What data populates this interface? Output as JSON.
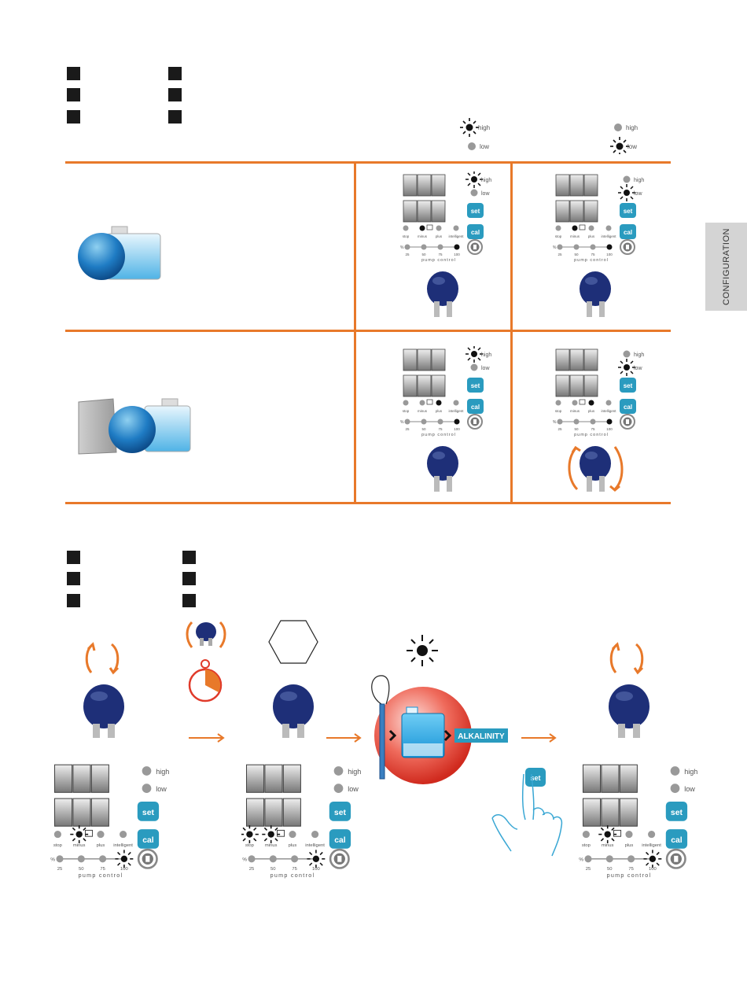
{
  "side_tab": {
    "label": "CONFIGURATION"
  },
  "legend": {
    "high_on": {
      "high": "high",
      "low": "low"
    },
    "low_on": {
      "high": "high",
      "low": "low"
    }
  },
  "panel": {
    "high": "high",
    "low": "low",
    "set": "set",
    "cal": "cal",
    "modes": [
      "stop",
      "minus",
      "plus",
      "intelligent"
    ],
    "percent_sign": "%",
    "ticks": [
      "25",
      "50",
      "75",
      "100"
    ],
    "pump_control": "pump control"
  },
  "process": {
    "alkalinity_label": "ALKALINITY",
    "set_button": "set"
  },
  "colors": {
    "orange": "#e8792a",
    "set_blue": "#2a9bbf",
    "pump_blue": "#1e2f78"
  }
}
